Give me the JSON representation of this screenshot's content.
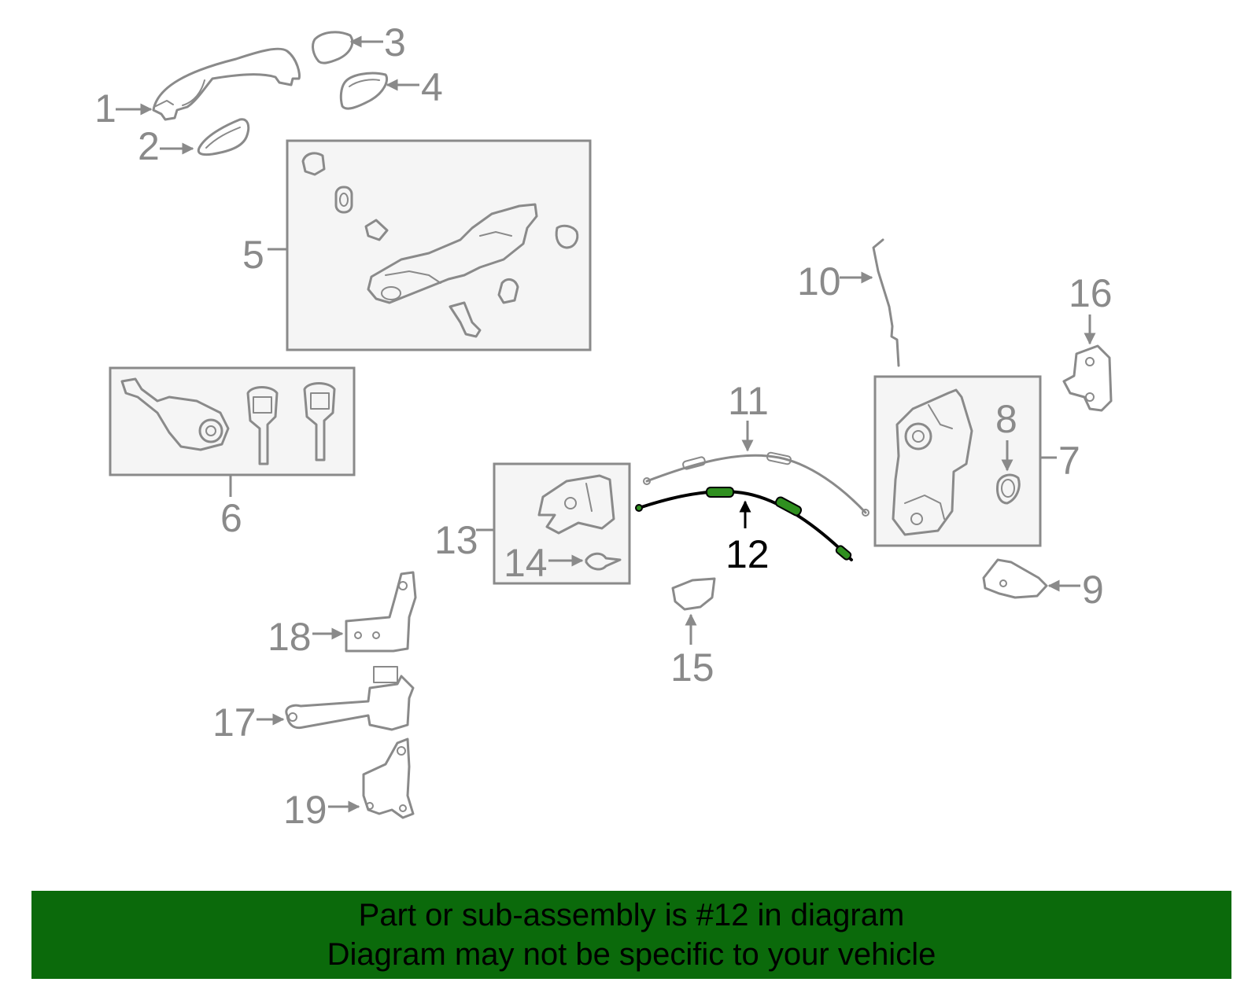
{
  "labels": {
    "p1": "1",
    "p2": "2",
    "p3": "3",
    "p4": "4",
    "p5": "5",
    "p6": "6",
    "p7": "7",
    "p8": "8",
    "p9": "9",
    "p10": "10",
    "p11": "11",
    "p12": "12",
    "p13": "13",
    "p14": "14",
    "p15": "15",
    "p16": "16",
    "p17": "17",
    "p18": "18",
    "p19": "19"
  },
  "highlight_part": "12",
  "colors": {
    "part_gray": "#8a8a8a",
    "highlight": "#000000",
    "cable_accent": "#2f8f1f",
    "banner": "#0b6a0b"
  },
  "banner": {
    "line1": "Part or sub-assembly is #12 in diagram",
    "line2": "Diagram may not be specific to your vehicle"
  }
}
